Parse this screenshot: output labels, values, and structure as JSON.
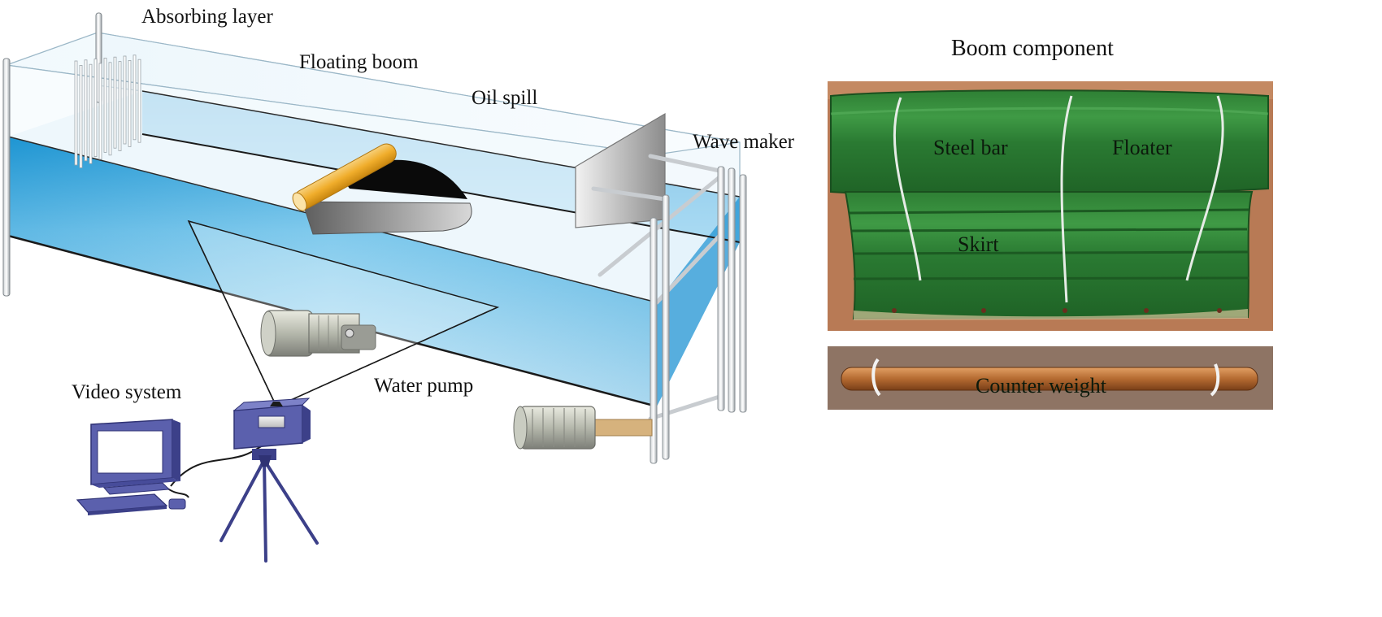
{
  "labels": {
    "absorbing_layer": "Absorbing layer",
    "floating_boom": "Floating boom",
    "oil_spill": "Oil spill",
    "wave_maker": "Wave maker",
    "video_system": "Video system",
    "water_pump": "Water pump"
  },
  "boom_panel": {
    "title": "Boom component",
    "steel_bar": "Steel bar",
    "floater": "Floater",
    "skirt": "Skirt",
    "counter_weight": "Counter weight"
  },
  "colors": {
    "water": "#3aa9dc",
    "boom": "#f2b134",
    "oil": "#111111",
    "boom_fabric": "#2f8a3a",
    "equipment": "#5a5fa8"
  }
}
